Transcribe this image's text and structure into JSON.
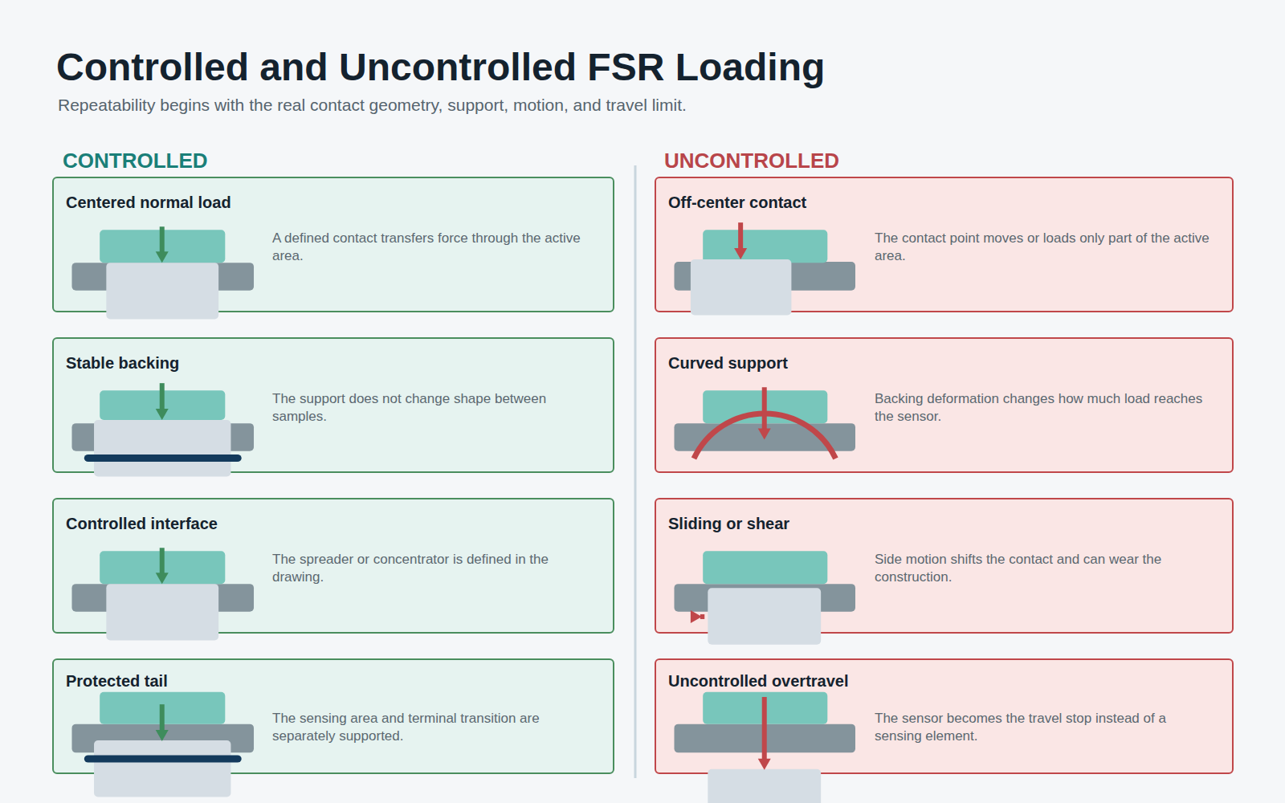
{
  "diagram": {
    "title": "Controlled and Uncontrolled FSR Loading",
    "caption": "Repeatability begins with the real contact geometry, support, motion, and travel limit.",
    "nodes": [
      {
        "text": [
          "Centered normal load",
          "A defined contact transfers force through the active area."
        ]
      },
      {
        "text": [
          "Stable backing",
          "The support does not change shape between samples."
        ]
      },
      {
        "text": [
          "Controlled interface",
          "The spreader or concentrator is defined in the drawing."
        ]
      },
      {
        "text": [
          "Protected tail",
          "The sensing area and terminal transition are separately supported."
        ]
      },
      {
        "text": [
          "Off-center contact",
          "The contact point moves or loads only part of the active area."
        ]
      },
      {
        "text": [
          "Curved support",
          "Backing deformation changes how much load reaches the sensor."
        ]
      },
      {
        "text": [
          "Sliding or shear",
          "Side motion shifts the contact and can wear the construction."
        ]
      },
      {
        "text": [
          "Uncontrolled overtravel",
          "The sensor becomes the travel stop instead of a sensing element."
        ]
      }
    ],
    "labels": [
      "CONTROLLED",
      "UNCONTROLLED"
    ]
  }
}
